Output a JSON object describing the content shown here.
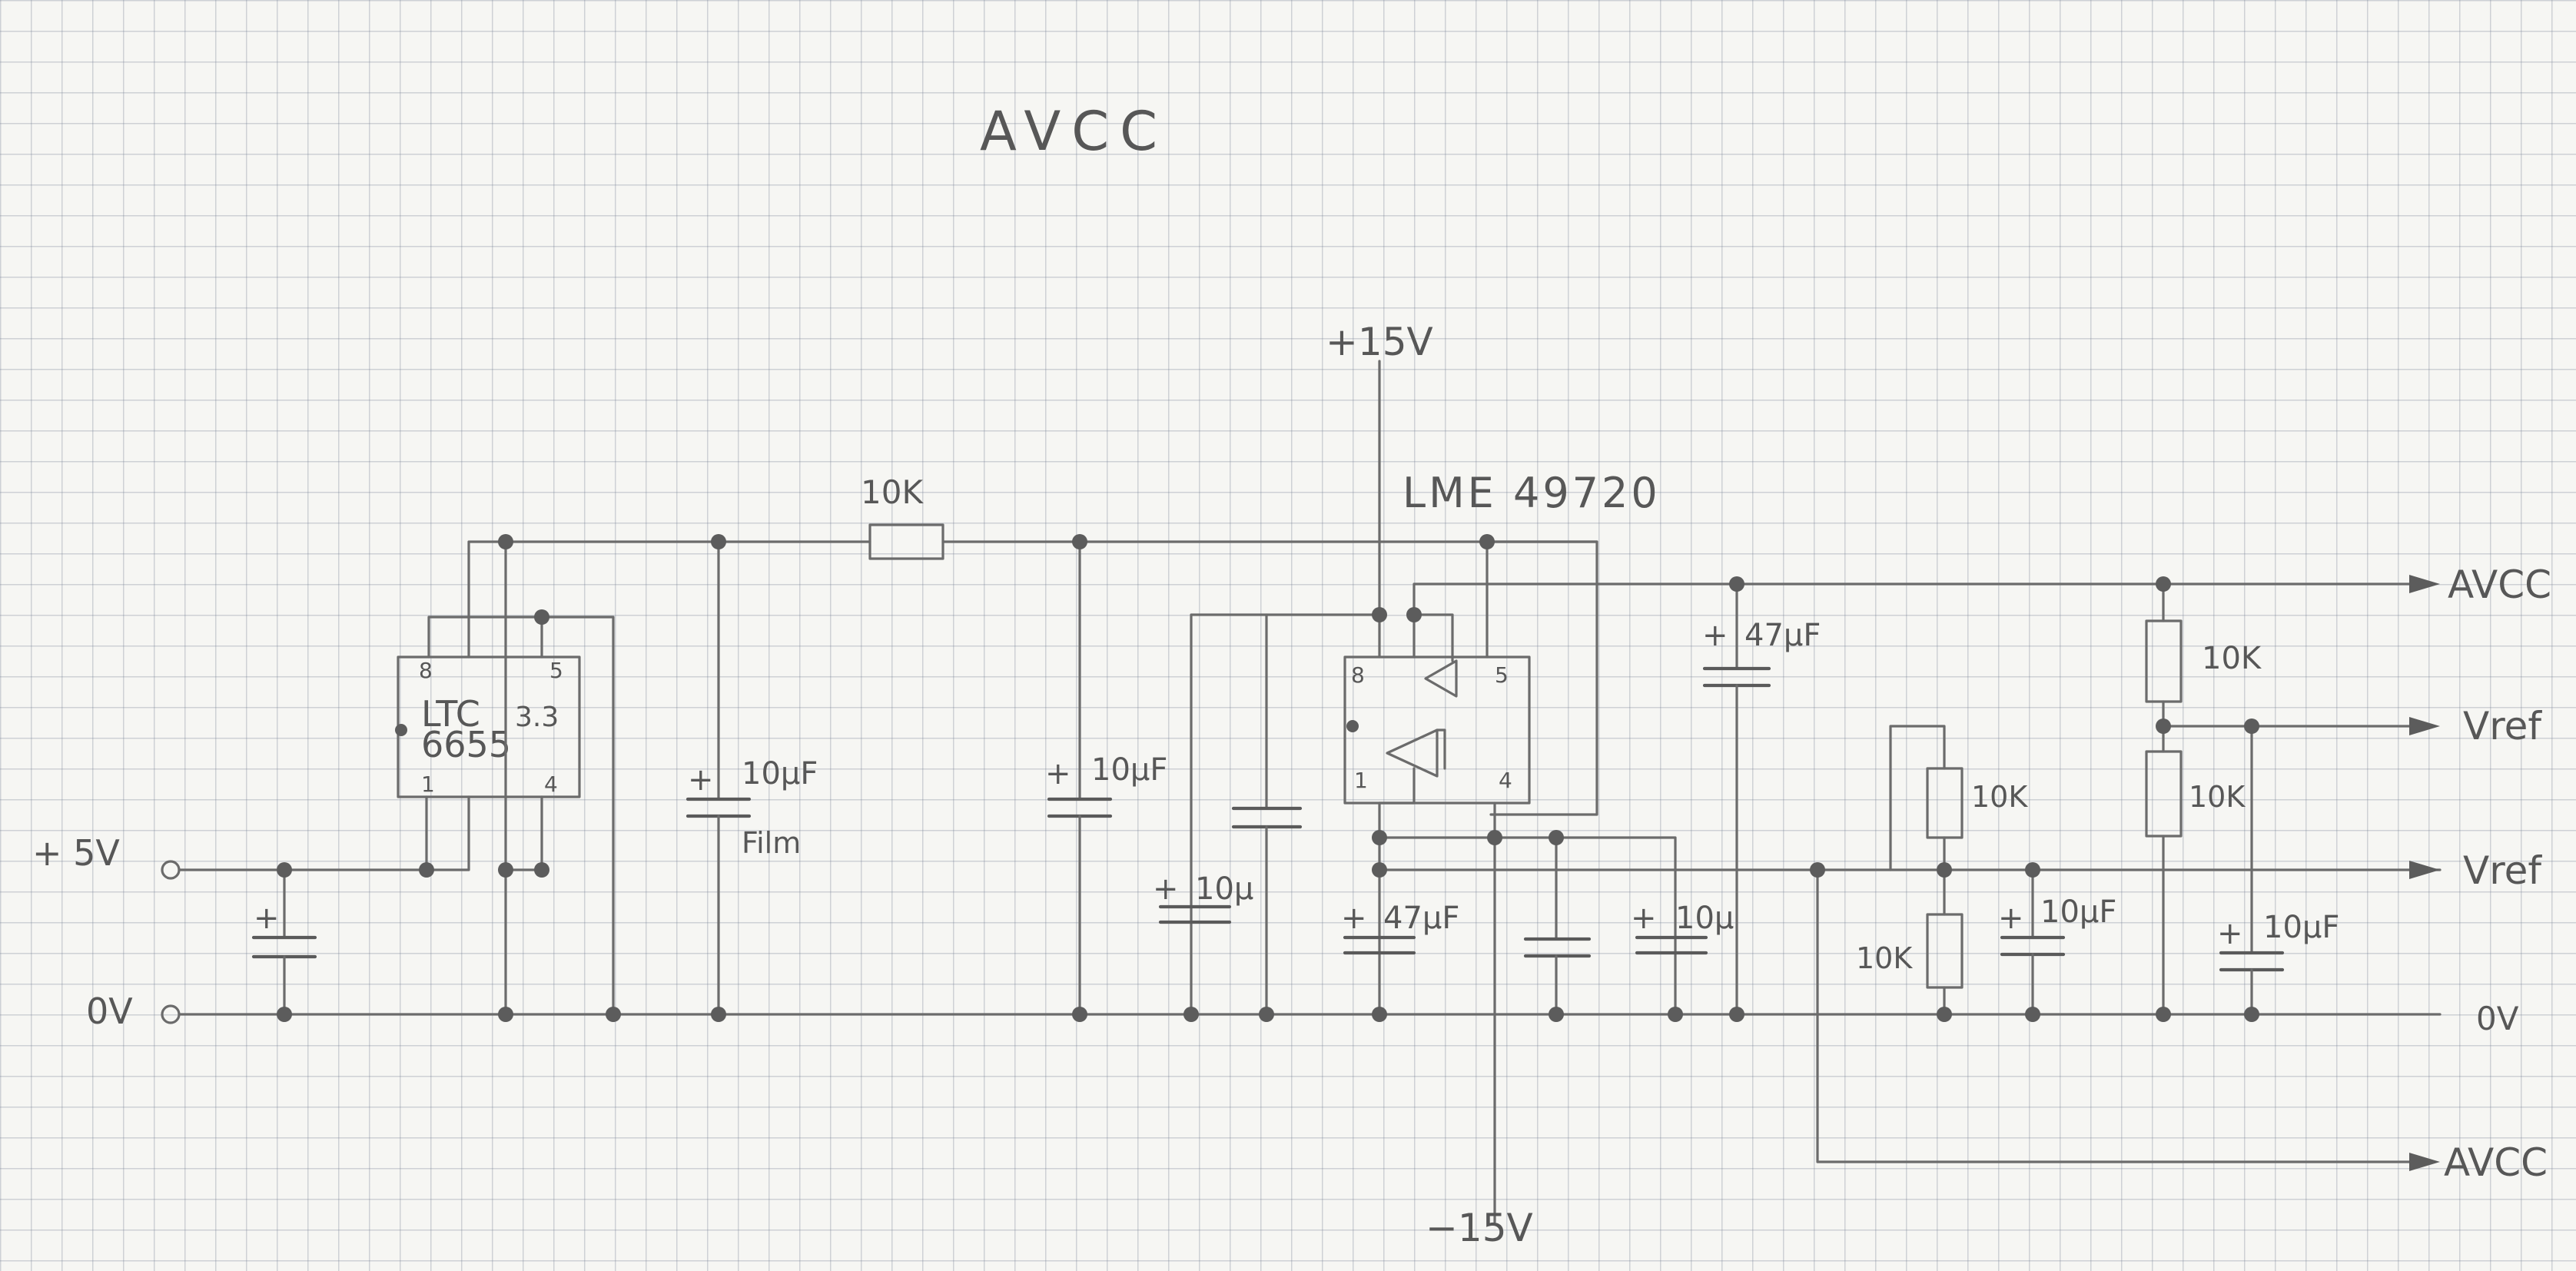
{
  "title": "AVCC",
  "supplies": {
    "pos5": "+ 5V",
    "zero": "0V",
    "pos15": "+15V",
    "neg15": "−15V"
  },
  "ic1": {
    "name_line1": "LTC",
    "name_line2": "6655",
    "voltage": "3.3",
    "pin8": "8",
    "pin5": "5",
    "pin1": "1",
    "pin4": "4"
  },
  "ic2": {
    "name": "LME 49720",
    "pin8": "8",
    "pin5": "5",
    "pin1": "1",
    "pin4": "4"
  },
  "components": {
    "r_series": "10K",
    "c_film_value": "10µF",
    "c_film_note": "Film",
    "c_in": "10µF",
    "c_pos15": "10µ",
    "c_opamp": "47µF",
    "c_neg15": "10µ",
    "c_avcc": "47µF",
    "r_div1_top": "10K",
    "r_div1_bot": "10K",
    "c_div1": "10µF",
    "r_div2_top": "10K",
    "r_div2_bot": "10K",
    "c_div2": "10µF"
  },
  "outputs": {
    "avcc_top": "AVCC",
    "vref_top": "Vref",
    "vref_mid": "Vref",
    "zero": "0V",
    "avcc_bottom": "AVCC"
  },
  "plus_sign": "+"
}
